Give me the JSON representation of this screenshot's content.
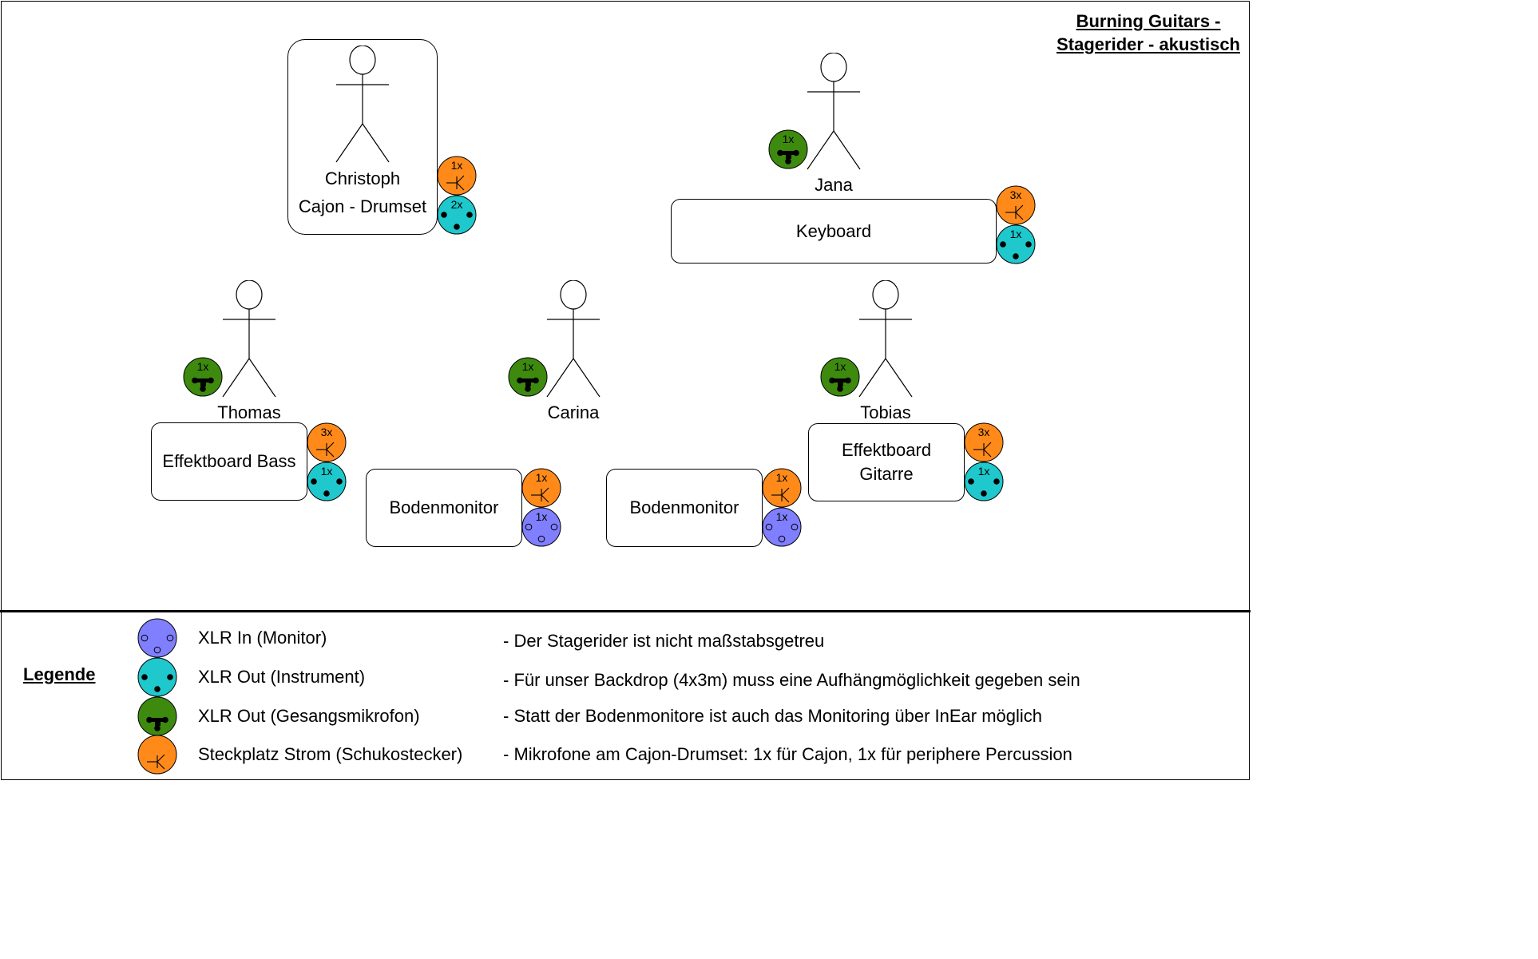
{
  "title": {
    "line1": "Burning Guitars -",
    "line2": "Stagerider - akustisch"
  },
  "colors": {
    "xlr_in": "#7f7fff",
    "xlr_out_instrument": "#1ec8cc",
    "xlr_out_vocal": "#3d8a0f",
    "power": "#ff8a1a"
  },
  "musicians": {
    "christoph": {
      "name": "Christoph",
      "instrument": "Cajon - Drumset"
    },
    "jana": {
      "name": "Jana"
    },
    "thomas": {
      "name": "Thomas"
    },
    "carina": {
      "name": "Carina"
    },
    "tobias": {
      "name": "Tobias"
    }
  },
  "equipment": {
    "keyboard": "Keyboard",
    "effektboard_bass": "Effektboard Bass",
    "bodenmonitor_left": "Bodenmonitor",
    "bodenmonitor_right": "Bodenmonitor",
    "effektboard_gitarre": "Effektboard Gitarre"
  },
  "connectors": {
    "christoph_power": {
      "type": "power",
      "count": "1x"
    },
    "christoph_xlr_out": {
      "type": "xlr_out_instrument",
      "count": "2x"
    },
    "jana_vocal": {
      "type": "xlr_out_vocal",
      "count": "1x"
    },
    "keyboard_power": {
      "type": "power",
      "count": "3x"
    },
    "keyboard_xlr_out": {
      "type": "xlr_out_instrument",
      "count": "1x"
    },
    "thomas_vocal": {
      "type": "xlr_out_vocal",
      "count": "1x"
    },
    "carina_vocal": {
      "type": "xlr_out_vocal",
      "count": "1x"
    },
    "tobias_vocal": {
      "type": "xlr_out_vocal",
      "count": "1x"
    },
    "bass_power": {
      "type": "power",
      "count": "3x"
    },
    "bass_xlr_out": {
      "type": "xlr_out_instrument",
      "count": "1x"
    },
    "monitor_left_power": {
      "type": "power",
      "count": "1x"
    },
    "monitor_left_xlr_in": {
      "type": "xlr_in",
      "count": "1x"
    },
    "monitor_right_power": {
      "type": "power",
      "count": "1x"
    },
    "monitor_right_xlr_in": {
      "type": "xlr_in",
      "count": "1x"
    },
    "gitarre_power": {
      "type": "power",
      "count": "3x"
    },
    "gitarre_xlr_out": {
      "type": "xlr_out_instrument",
      "count": "1x"
    }
  },
  "legend": {
    "title": "Legende",
    "items": [
      {
        "type": "xlr_in",
        "label": "XLR In (Monitor)"
      },
      {
        "type": "xlr_out_instrument",
        "label": "XLR Out (Instrument)"
      },
      {
        "type": "xlr_out_vocal",
        "label": "XLR Out (Gesangsmikrofon)"
      },
      {
        "type": "power",
        "label": "Steckplatz Strom (Schukostecker)"
      }
    ]
  },
  "notes": [
    "- Der Stagerider ist nicht maßstabsgetreu",
    "- Für unser Backdrop (4x3m) muss eine Aufhängmöglichkeit gegeben sein",
    "- Statt der Bodenmonitore ist auch das Monitoring über InEar möglich",
    "- Mikrofone am Cajon-Drumset: 1x für Cajon, 1x für periphere Percussion"
  ]
}
